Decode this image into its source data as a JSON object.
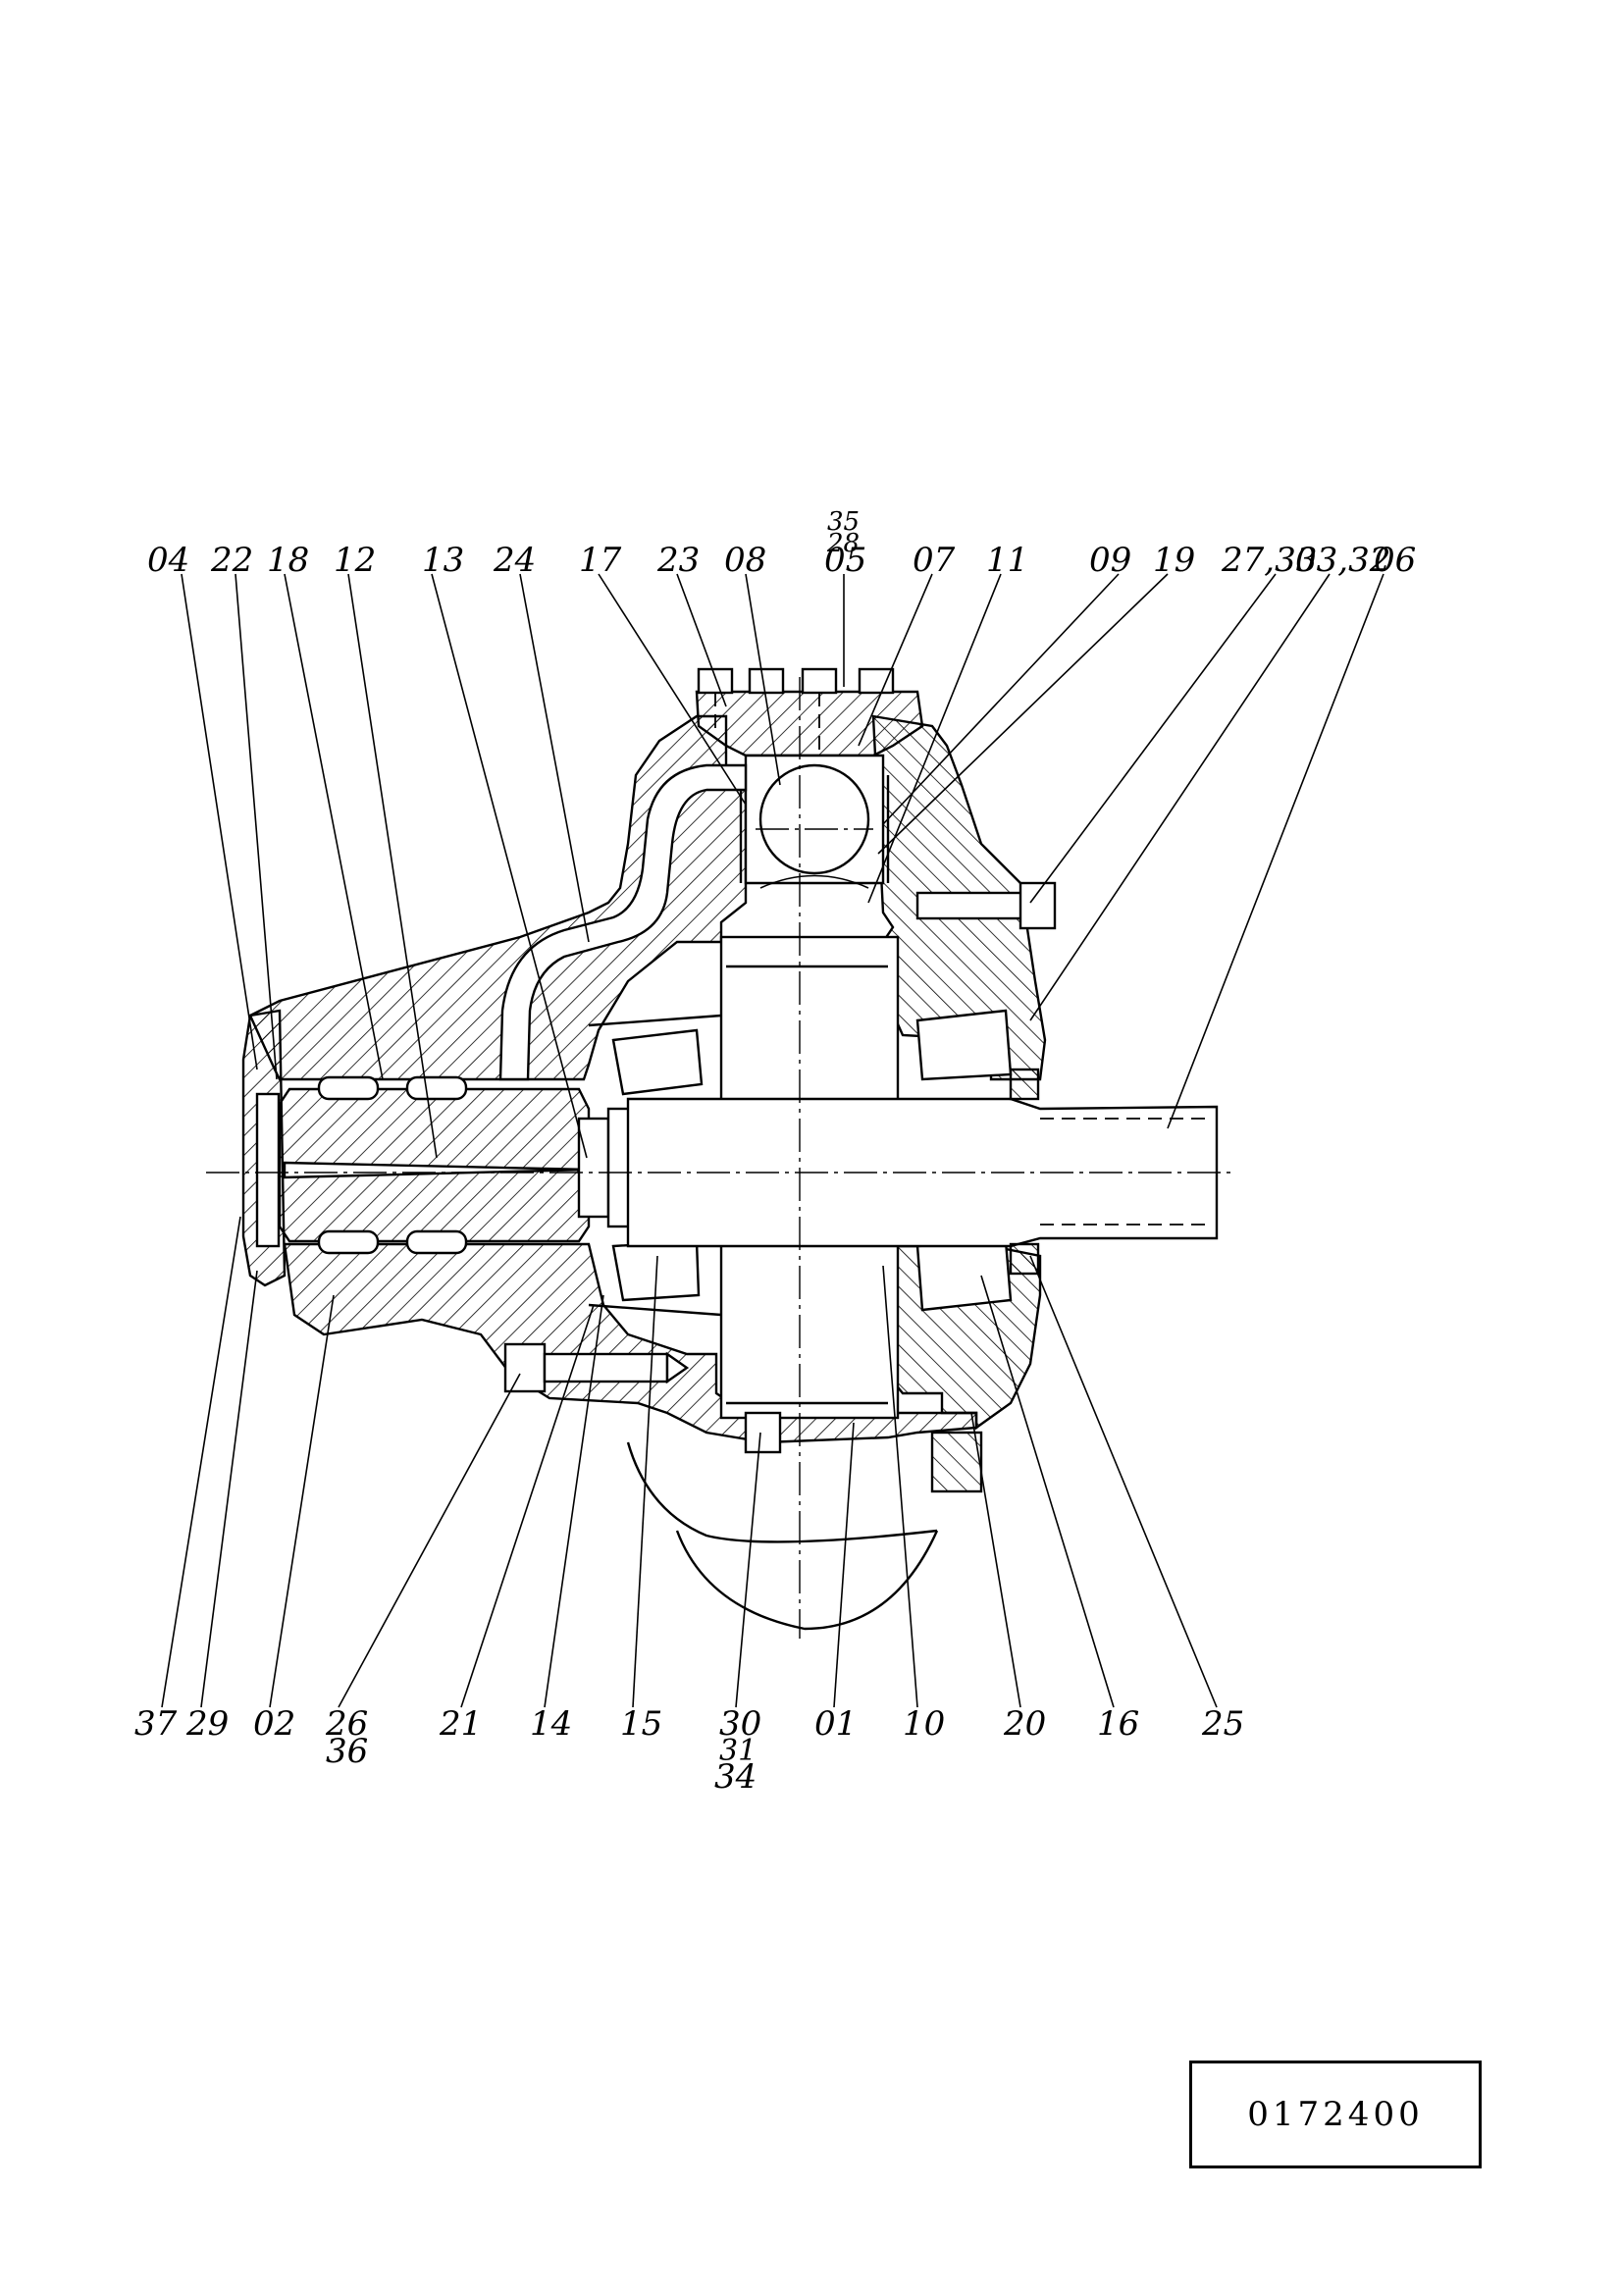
{
  "top_labels": [
    "04",
    "22",
    "18",
    "12",
    "13",
    "24",
    "17",
    "23",
    "08",
    "35",
    "28",
    "05",
    "07",
    "11",
    "09",
    "19",
    "27,33",
    "03,32",
    "06"
  ],
  "bottom_labels": [
    "37",
    "29",
    "02",
    "26",
    "36",
    "21",
    "14",
    "15",
    "30",
    "31",
    "34",
    "01",
    "10",
    "20",
    "16",
    "25"
  ],
  "document_number": "0172400"
}
